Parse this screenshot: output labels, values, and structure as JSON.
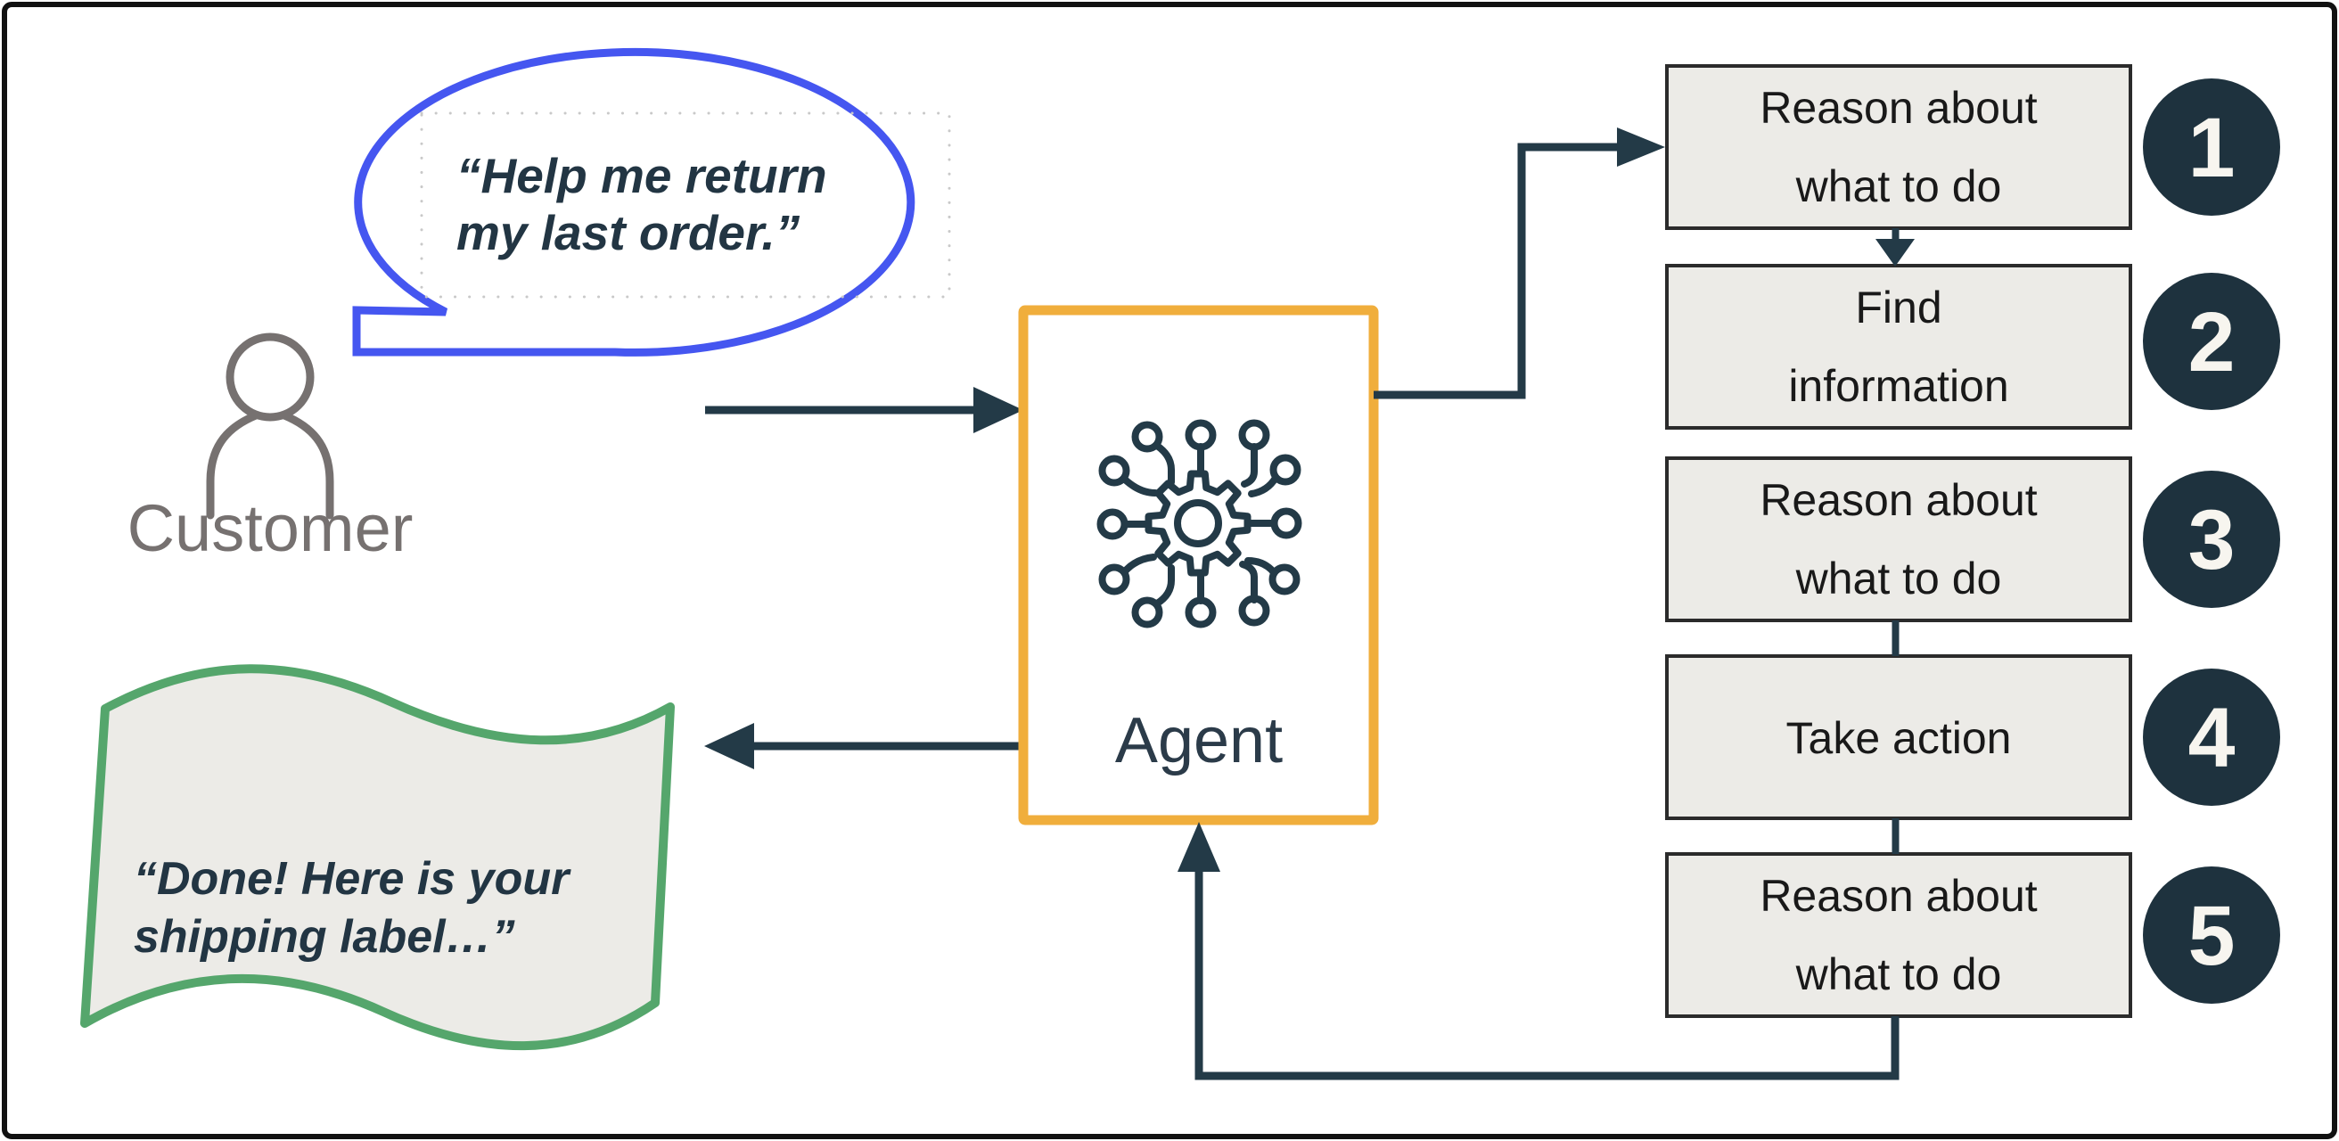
{
  "diagram_title": "Customer support agent loop diagram",
  "bubble": {
    "line1": "“Help me return",
    "line2": "my last order.”",
    "stroke_color": "#4556F0"
  },
  "customer": {
    "label": "Customer",
    "color": "#767170"
  },
  "agent": {
    "label": "Agent",
    "border_color": "#F0AE3C",
    "icon": "circuit-gear-icon"
  },
  "flag": {
    "line1": "“Done! Here is your",
    "line2": "shipping label…”",
    "stroke_color": "#55A66C",
    "fill_color": "#ECEBE7"
  },
  "steps": [
    {
      "number": "1",
      "line1": "Reason about",
      "line2": "what to do"
    },
    {
      "number": "2",
      "line1": "Find",
      "line2": "information"
    },
    {
      "number": "3",
      "line1": "Reason about",
      "line2": "what to do"
    },
    {
      "number": "4",
      "line1": "Take action",
      "line2": ""
    },
    {
      "number": "5",
      "line1": "Reason about",
      "line2": "what to do"
    }
  ],
  "colors": {
    "ink": "#233A47",
    "step_circle": "#1E323E",
    "box_fill": "#ECEBE7",
    "box_border": "#2B2B2B",
    "outer_border": "#111111",
    "dotted_box": "#C9C9C9"
  }
}
